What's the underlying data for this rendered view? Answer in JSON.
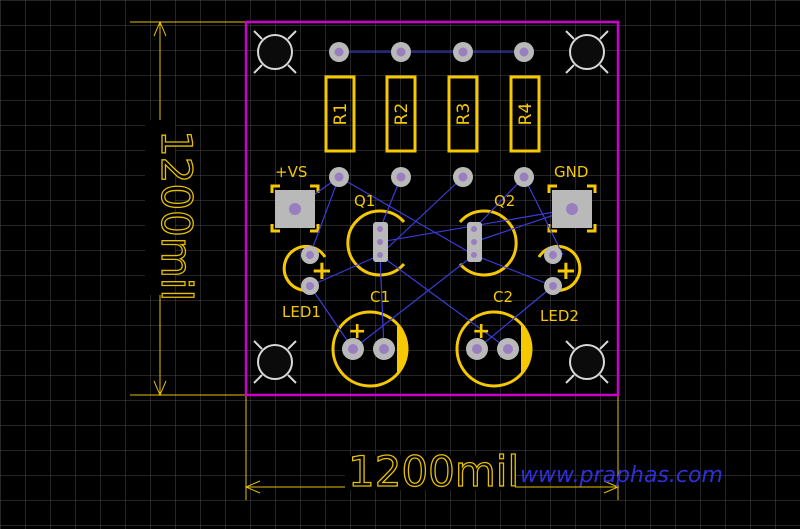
{
  "board": {
    "dimensions": {
      "width_label": "1200mil",
      "height_label": "1200mil"
    },
    "resistors": [
      {
        "ref": "R1"
      },
      {
        "ref": "R2"
      },
      {
        "ref": "R3"
      },
      {
        "ref": "R4"
      }
    ],
    "connectors": {
      "vs_label": "+VS",
      "gnd_label": "GND"
    },
    "transistors": [
      {
        "ref": "Q1"
      },
      {
        "ref": "Q2"
      }
    ],
    "leds": [
      {
        "ref": "LED1"
      },
      {
        "ref": "LED2"
      }
    ],
    "capacitors": [
      {
        "ref": "C1"
      },
      {
        "ref": "C2"
      }
    ],
    "polarity_mark": "+"
  },
  "watermark": "www.praphas.com",
  "colors": {
    "background": "#000000",
    "grid": "#4a4a4a",
    "board_outline": "#cc00cc",
    "silkscreen": "#f5c800",
    "pad": "#b9b9b9",
    "via_hole": "#9a7fc0",
    "ratsnest": "#3b3bd9",
    "mounting_hole": "#d8d8d8",
    "watermark": "#2f2fd8"
  }
}
